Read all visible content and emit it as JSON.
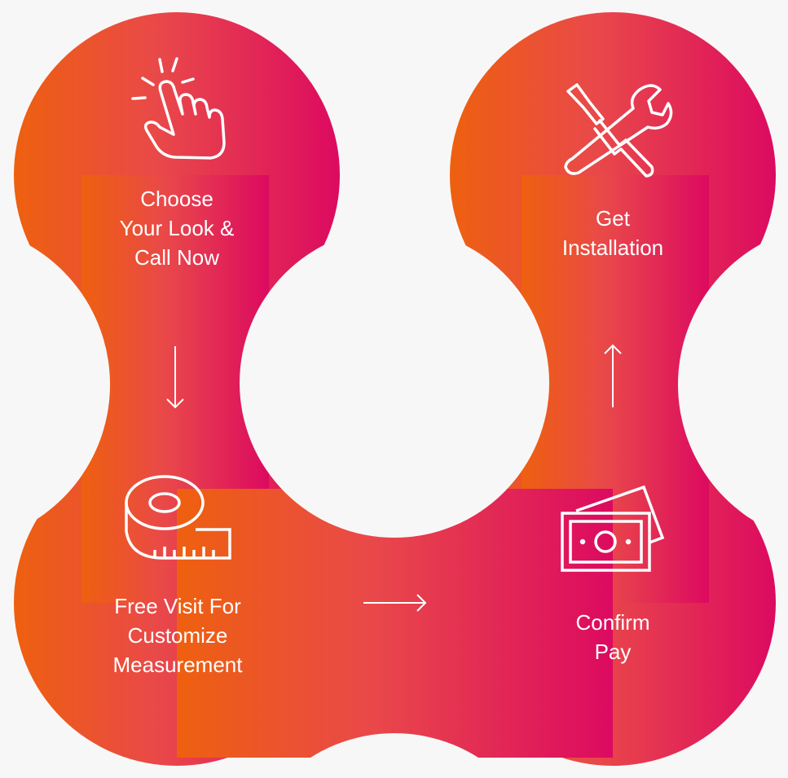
{
  "steps": [
    {
      "label_lines": [
        "Choose",
        "Your Look &",
        "Call Now"
      ],
      "icon": "hand-pointer-icon"
    },
    {
      "label_lines": [
        "Free Visit For",
        "Customize",
        "Measurement"
      ],
      "icon": "measuring-tape-icon"
    },
    {
      "label_lines": [
        "Confirm",
        "Pay"
      ],
      "icon": "cash-icon"
    },
    {
      "label_lines": [
        "Get",
        "Installation"
      ],
      "icon": "tools-icon"
    }
  ],
  "colors": {
    "start": "#EE600F",
    "mid": "#E9484A",
    "end": "#DC0A60",
    "background": "#F7F7F7"
  }
}
